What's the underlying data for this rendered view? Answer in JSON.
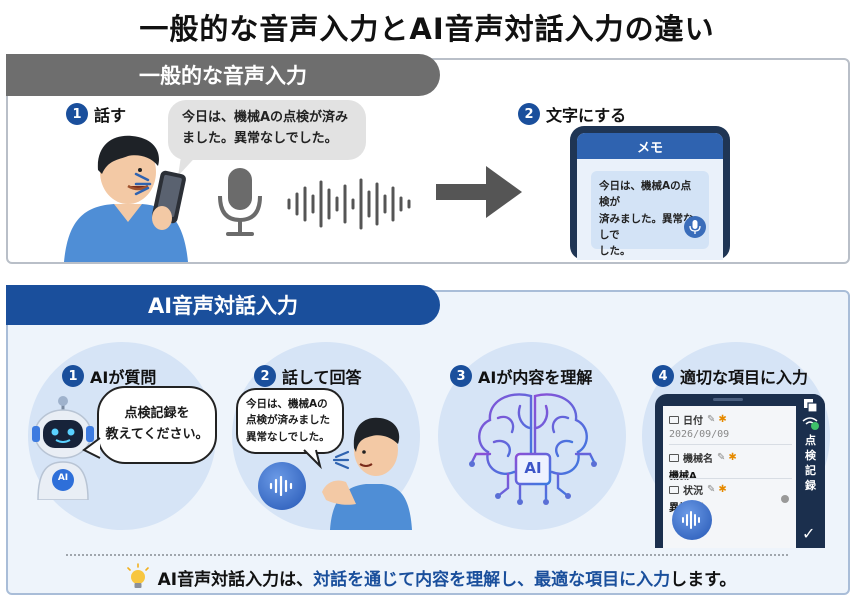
{
  "title": "一般的な音声入力とAI音声対話入力の違い",
  "section1": {
    "header": "一般的な音声入力",
    "step1": {
      "num": "1",
      "label": "話す",
      "speech": [
        "今日は、機械Aの点検が済み",
        "ました。異常なしでした。"
      ]
    },
    "step2": {
      "num": "2",
      "label": "文字にする",
      "phone_title": "メモ",
      "memo_lines": [
        "今日は、機械Aの点検が",
        "済みました。異常なしで",
        "した。"
      ]
    }
  },
  "section2": {
    "header": "AI音声対話入力",
    "step1": {
      "num": "1",
      "label": "AIが質問",
      "bubble_lines": [
        "点検記録を",
        "教えてください。"
      ],
      "robot_tag": "AI"
    },
    "step2": {
      "num": "2",
      "label": "話して回答",
      "bubble_lines": [
        "今日は、機械Aの",
        "点検が済みました",
        "異常なしでした。"
      ]
    },
    "step3": {
      "num": "3",
      "label": "AIが内容を理解",
      "chip_label": "AI"
    },
    "step4": {
      "num": "4",
      "label": "適切な項目に入力",
      "fields": [
        {
          "label": "日付",
          "value": "2026/09/09"
        },
        {
          "label": "機械名",
          "value": "機械A"
        },
        {
          "label": "状況",
          "value": "異常なし"
        }
      ],
      "side_label": [
        "点",
        "検",
        "記",
        "録"
      ],
      "check": "✓"
    }
  },
  "summary": {
    "part1": "AI音声対話入力は、",
    "part2": "対話を通じて内容を理解し、",
    "part3": "最適な項目に入力",
    "part4": "します。"
  },
  "colors": {
    "primary": "#1a4f9c",
    "gray_header": "#6e6e6e",
    "circle": "#d6e4f6",
    "accent": "#e68a00"
  }
}
